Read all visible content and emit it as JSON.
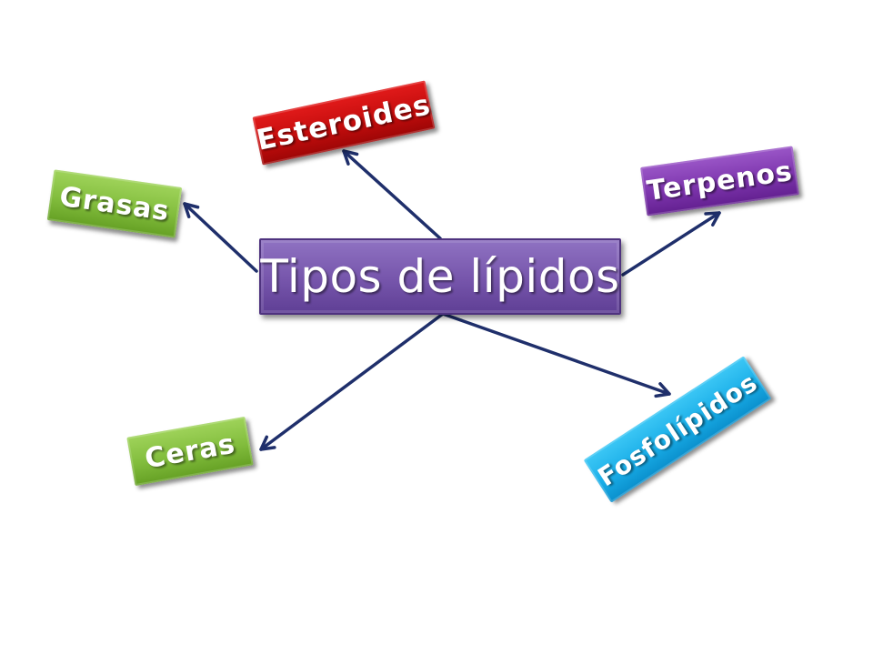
{
  "slide": {
    "background": "#ffffff"
  },
  "chart_data": {
    "type": "concept-map",
    "center": {
      "id": "center",
      "label": "Tipos de lípidos",
      "color": "#7655ab"
    },
    "nodes": [
      {
        "id": "esteroides",
        "label": "Esteroides",
        "color": "#c40d0d"
      },
      {
        "id": "grasas",
        "label": "Grasas",
        "color": "#82bd3d"
      },
      {
        "id": "terpenos",
        "label": "Terpenos",
        "color": "#7d35ad"
      },
      {
        "id": "ceras",
        "label": "Ceras",
        "color": "#82bd3d"
      },
      {
        "id": "fosfolipidos",
        "label": "Fosfolípidos",
        "color": "#1aaee8"
      }
    ],
    "edges": [
      {
        "from": "center",
        "to": "esteroides",
        "style": "arrow"
      },
      {
        "from": "center",
        "to": "grasas",
        "style": "arrow"
      },
      {
        "from": "center",
        "to": "terpenos",
        "style": "arrow"
      },
      {
        "from": "center",
        "to": "ceras",
        "style": "arrow"
      },
      {
        "from": "center",
        "to": "fosfolipidos",
        "style": "arrow"
      }
    ],
    "edge_color": "#1f2f6b"
  }
}
